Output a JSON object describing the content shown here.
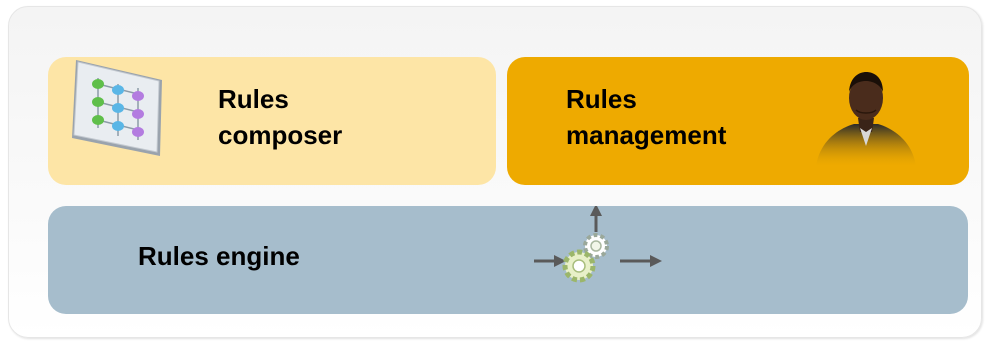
{
  "diagram": {
    "composer": {
      "line1": "Rules",
      "line2": "composer",
      "icon": "rules-grid-icon",
      "color": "#fde5a6"
    },
    "management": {
      "line1": "Rules",
      "line2": "management",
      "icon": "person-portrait-icon",
      "color": "#eeaa00"
    },
    "engine": {
      "label": "Rules engine",
      "icon": "gears-arrows-icon",
      "color": "#a6bdcc"
    }
  }
}
